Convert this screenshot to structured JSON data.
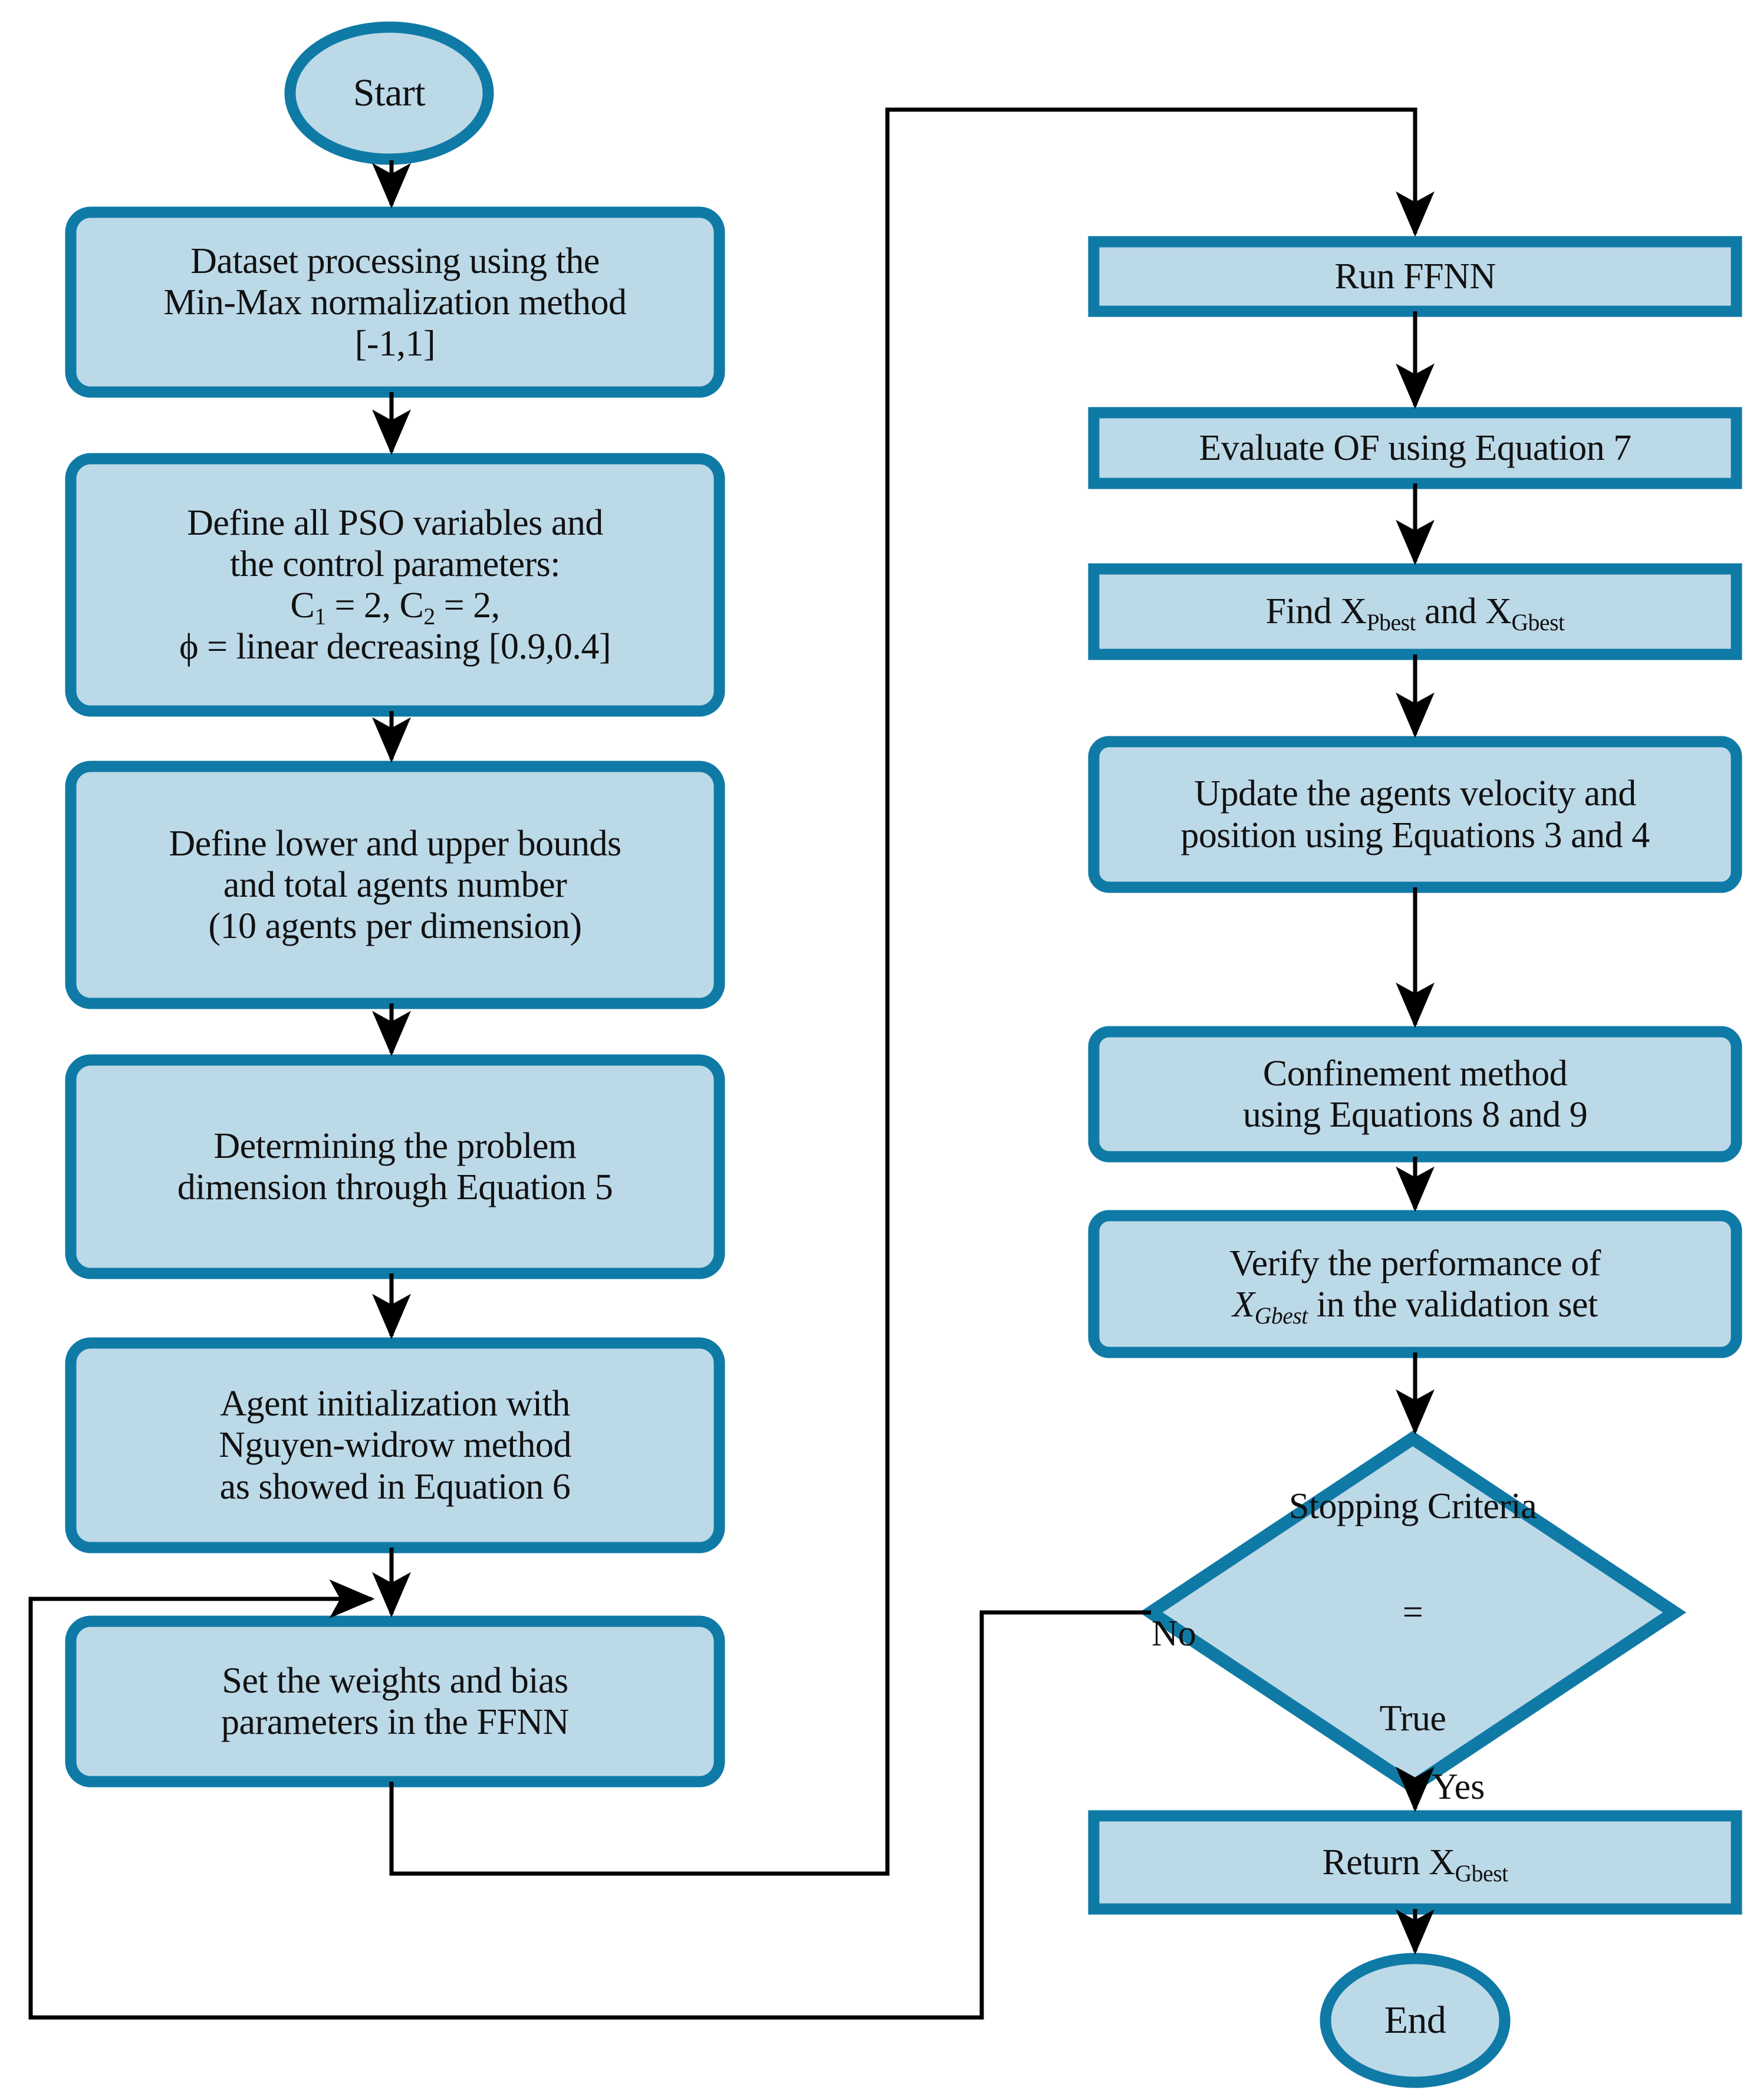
{
  "figure": {
    "kind": "flowchart",
    "title": "PSO-FFNN training flowchart",
    "colors": {
      "node_fill": "#BCD9E8",
      "node_border": "#0F7AA6",
      "connector": "#000000",
      "text": "#111111",
      "background": "#FFFFFF"
    }
  },
  "nodes": {
    "start": {
      "shape": "ellipse",
      "label": "Start"
    },
    "dataset_processing": {
      "shape": "rounded-rect",
      "lines": [
        "Dataset processing using the",
        "Min-Max normalization method",
        "[-1,1]"
      ]
    },
    "define_pso": {
      "shape": "rounded-rect",
      "lines": [
        "Define all PSO variables and",
        "the control parameters:"
      ],
      "params_line": {
        "c1": "C",
        "c1_sub": "1",
        "c1_val": " = 2, ",
        "c2": "C",
        "c2_sub": "2",
        "c2_val": " = 2,"
      },
      "phi_line": "ϕ = linear decreasing [0.9,0.4]"
    },
    "define_bounds": {
      "shape": "rounded-rect",
      "lines": [
        "Define lower and upper bounds",
        "and total agents number",
        "(10 agents per dimension)"
      ]
    },
    "determine_dimension": {
      "shape": "rounded-rect",
      "lines": [
        "Determining the problem",
        "dimension through Equation 5"
      ]
    },
    "agent_init": {
      "shape": "rounded-rect",
      "lines": [
        "Agent initialization with",
        "Nguyen-widrow method",
        "as showed in Equation 6"
      ]
    },
    "set_weights": {
      "shape": "rounded-rect",
      "lines": [
        "Set the weights and bias",
        "parameters in the FFNN"
      ]
    },
    "run_ffnn": {
      "shape": "rect",
      "lines": [
        "Run FFNN"
      ]
    },
    "evaluate_of": {
      "shape": "rect",
      "lines": [
        "Evaluate OF using Equation 7"
      ]
    },
    "find_best": {
      "shape": "rect",
      "prefix": "Find X",
      "sub1": "Pbest",
      "middle": " and X",
      "sub2": "Gbest"
    },
    "update_agents": {
      "shape": "rounded-rect",
      "lines": [
        "Update the agents velocity and",
        "position using Equations 3 and 4"
      ]
    },
    "confinement": {
      "shape": "rounded-rect",
      "lines": [
        "Confinement method",
        "using Equations 8 and 9"
      ]
    },
    "verify": {
      "shape": "rounded-rect",
      "line1": "Verify the performance of",
      "line2_prefix": "X",
      "line2_sub": "Gbest",
      "line2_suffix": " in the validation set"
    },
    "stopping_criteria": {
      "shape": "diamond",
      "lines": [
        "Stopping Criteria",
        "=",
        "True"
      ]
    },
    "return_gbest": {
      "shape": "rect",
      "prefix": "Return X",
      "sub": "Gbest"
    },
    "end": {
      "shape": "ellipse",
      "label": "End"
    }
  },
  "edge_labels": {
    "no": "No",
    "yes": "Yes"
  },
  "flow": [
    {
      "from": "start",
      "to": "dataset_processing"
    },
    {
      "from": "dataset_processing",
      "to": "define_pso"
    },
    {
      "from": "define_pso",
      "to": "define_bounds"
    },
    {
      "from": "define_bounds",
      "to": "determine_dimension"
    },
    {
      "from": "determine_dimension",
      "to": "agent_init"
    },
    {
      "from": "agent_init",
      "to": "set_weights"
    },
    {
      "from": "set_weights",
      "to": "run_ffnn",
      "routing": "bottom-right-up"
    },
    {
      "from": "run_ffnn",
      "to": "evaluate_of"
    },
    {
      "from": "evaluate_of",
      "to": "find_best"
    },
    {
      "from": "find_best",
      "to": "update_agents"
    },
    {
      "from": "update_agents",
      "to": "confinement"
    },
    {
      "from": "confinement",
      "to": "verify"
    },
    {
      "from": "verify",
      "to": "stopping_criteria"
    },
    {
      "from": "stopping_criteria",
      "to": "set_weights",
      "label": "no",
      "routing": "left-down-left-up"
    },
    {
      "from": "stopping_criteria",
      "to": "return_gbest",
      "label": "yes"
    },
    {
      "from": "return_gbest",
      "to": "end"
    }
  ]
}
